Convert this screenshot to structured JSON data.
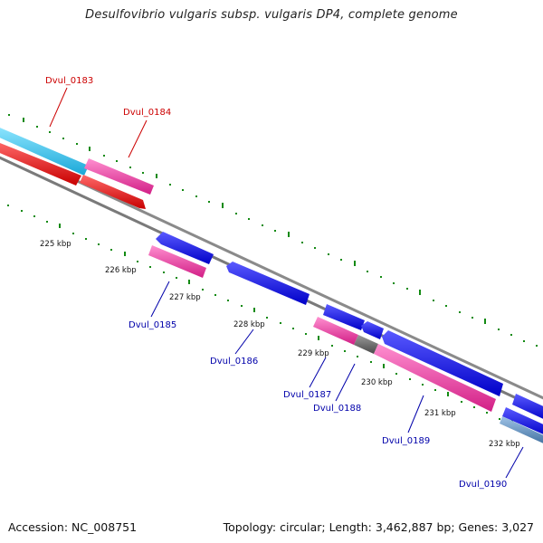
{
  "title": "Desulfovibrio vulgaris subsp. vulgaris DP4, complete genome",
  "footer": {
    "accession": "Accession: NC_008751",
    "topology": "Topology: circular; Length: 3,462,887 bp; Genes: 3,027"
  },
  "ticks": [
    "225 kbp",
    "226 kbp",
    "227 kbp",
    "228 kbp",
    "229 kbp",
    "230 kbp",
    "231 kbp",
    "232 kbp"
  ],
  "gene_labels": [
    "Dvul_0183",
    "Dvul_0184",
    "Dvul_0185",
    "Dvul_0186",
    "Dvul_0187",
    "Dvul_0188",
    "Dvul_0189",
    "Dvul_0190"
  ],
  "colors": {
    "highlight_label": "#cc0000",
    "normal_label": "#0000aa",
    "cyan": "#33c6f2",
    "magenta": "#ee2d9e",
    "red": "#ee0000",
    "blue": "#1010ee",
    "gray": "#6a6a6a",
    "steel": "#5a8cc0",
    "tick_green": "#138a13",
    "backbone": "#8a8a8a"
  }
}
